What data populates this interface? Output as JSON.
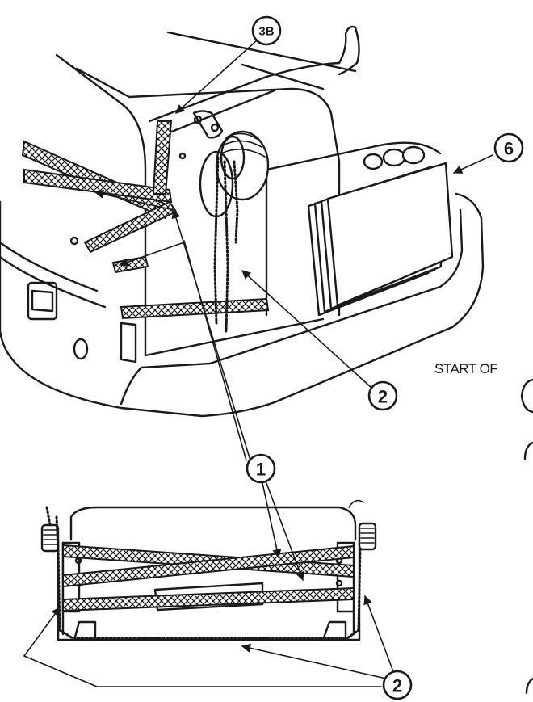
{
  "callouts": {
    "c3b": "3B",
    "c6": "6",
    "c2_upper": "2",
    "c1": "1",
    "c2_lower": "2"
  },
  "side_text": {
    "start_of": "START OF"
  }
}
